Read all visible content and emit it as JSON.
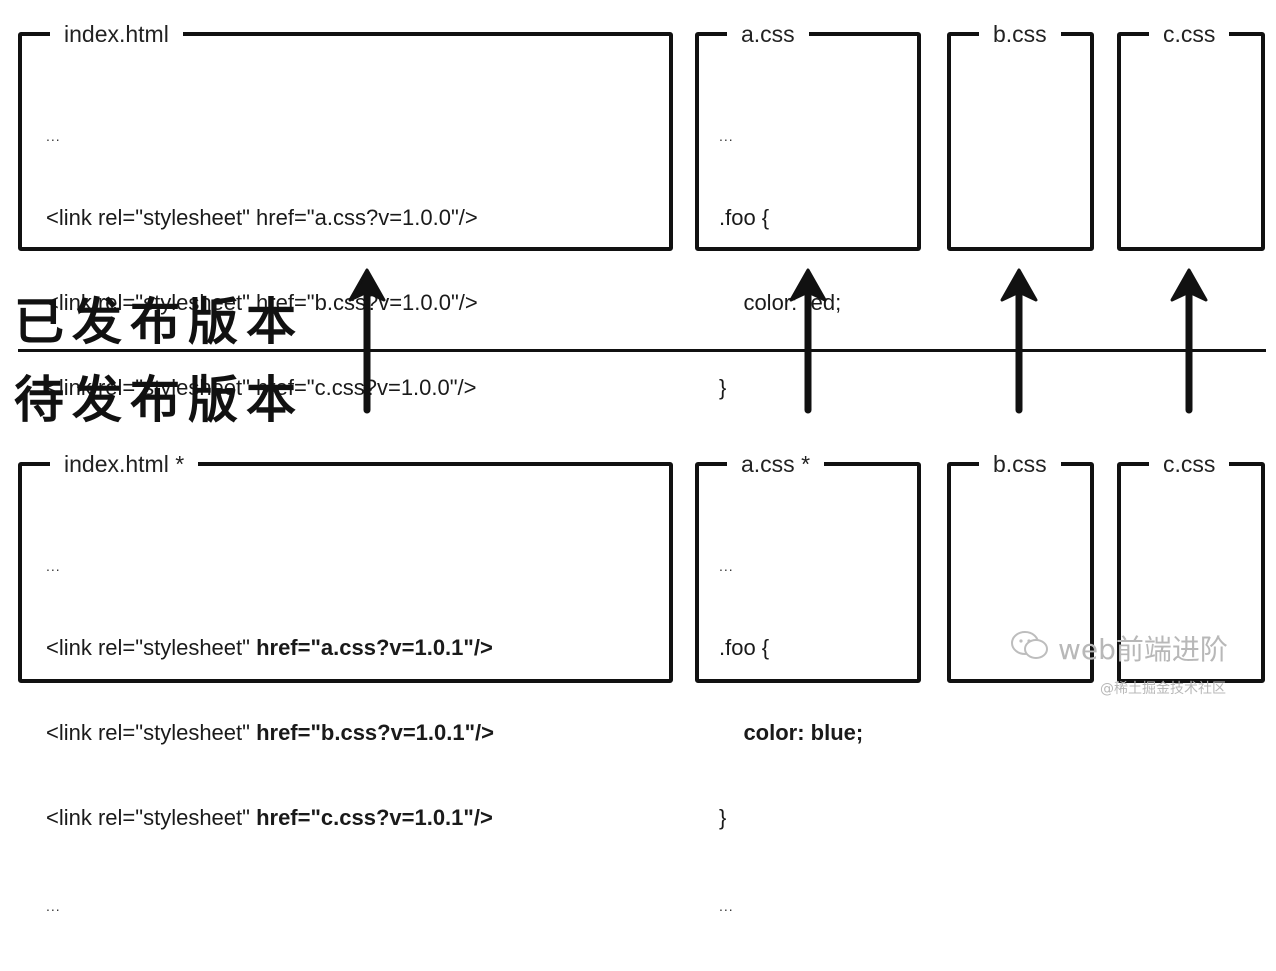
{
  "released": {
    "label": "已发布版本",
    "index": {
      "title": "index.html",
      "lines": [
        "...",
        "<link rel=\"stylesheet\" href=\"a.css?v=1.0.0\"/>",
        "<link rel=\"stylesheet\" href=\"b.css?v=1.0.0\"/>",
        "<link rel=\"stylesheet\" href=\"c.css?v=1.0.0\"/>",
        "..."
      ]
    },
    "a": {
      "title": "a.css",
      "lines": [
        "...",
        ".foo {",
        "    color: red;",
        "}",
        "..."
      ]
    },
    "b": {
      "title": "b.css"
    },
    "c": {
      "title": "c.css"
    }
  },
  "pending": {
    "label": "待发布版本",
    "index": {
      "title": "index.html *",
      "lines": [
        "...",
        "<link rel=\"stylesheet\" ",
        "href=\"a.css?v=1.0.1\"/>",
        "<link rel=\"stylesheet\" ",
        "href=\"b.css?v=1.0.1\"/>",
        "<link rel=\"stylesheet\" ",
        "href=\"c.css?v=1.0.1\"/>",
        "..."
      ]
    },
    "a": {
      "title": "a.css *",
      "lines": [
        "...",
        ".foo {",
        "    color: blue;",
        "}",
        "..."
      ]
    },
    "b": {
      "title": "b.css"
    },
    "c": {
      "title": "c.css"
    }
  },
  "watermark": {
    "main": "web前端进阶",
    "sub": "@稀土掘金技术社区"
  }
}
